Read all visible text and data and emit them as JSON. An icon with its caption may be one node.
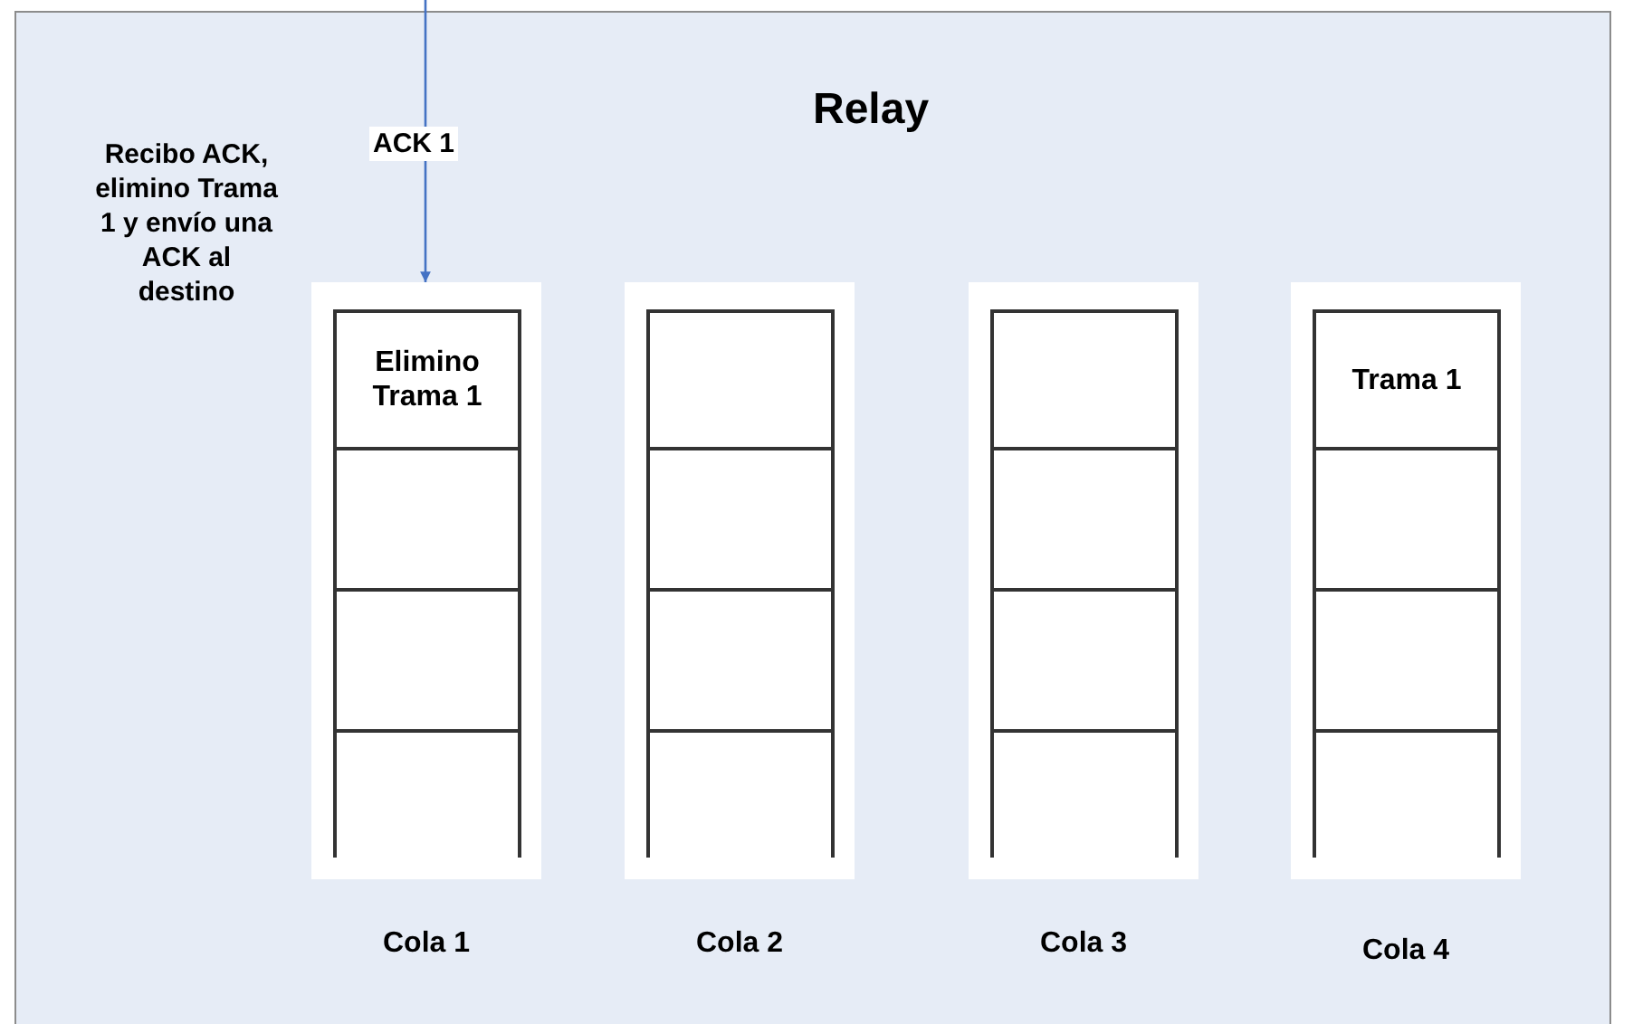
{
  "diagram": {
    "nodes": [
      {
        "text": [
          "Relay"
        ]
      },
      {
        "text": [
          "Cola 1"
        ],
        "in": 0
      },
      {
        "text": [
          "Elimino Trama 1"
        ],
        "in": 1
      },
      {
        "text": [],
        "shape": "box",
        "in": 1
      },
      {
        "text": [],
        "shape": "box",
        "in": 1
      },
      {
        "text": [],
        "shape": "box",
        "in": 1
      },
      {
        "text": [
          "Cola 2"
        ],
        "in": 0
      },
      {
        "text": [],
        "shape": "box",
        "in": 6
      },
      {
        "text": [],
        "shape": "box",
        "in": 6
      },
      {
        "text": [],
        "shape": "box",
        "in": 6
      },
      {
        "text": [],
        "shape": "box",
        "in": 6
      },
      {
        "text": [
          "Cola 3"
        ],
        "in": 0
      },
      {
        "text": [],
        "shape": "box",
        "in": 11
      },
      {
        "text": [],
        "shape": "box",
        "in": 11
      },
      {
        "text": [],
        "shape": "box",
        "in": 11
      },
      {
        "text": [],
        "shape": "box",
        "in": 11
      },
      {
        "text": [
          "Cola 4"
        ],
        "in": 0
      },
      {
        "text": [
          "Trama 1"
        ],
        "in": 16
      },
      {
        "text": [],
        "shape": "box",
        "in": 16
      },
      {
        "text": [],
        "shape": "box",
        "in": 16
      },
      {
        "text": [],
        "shape": "box",
        "in": 16
      }
    ],
    "edges": [
      {
        "from": null,
        "to": 1,
        "arrow": "to",
        "label": "ACK 1"
      }
    ],
    "labels": [
      "Recibo ACK, elimino Trama 1 y envío una ACK al destino"
    ]
  }
}
